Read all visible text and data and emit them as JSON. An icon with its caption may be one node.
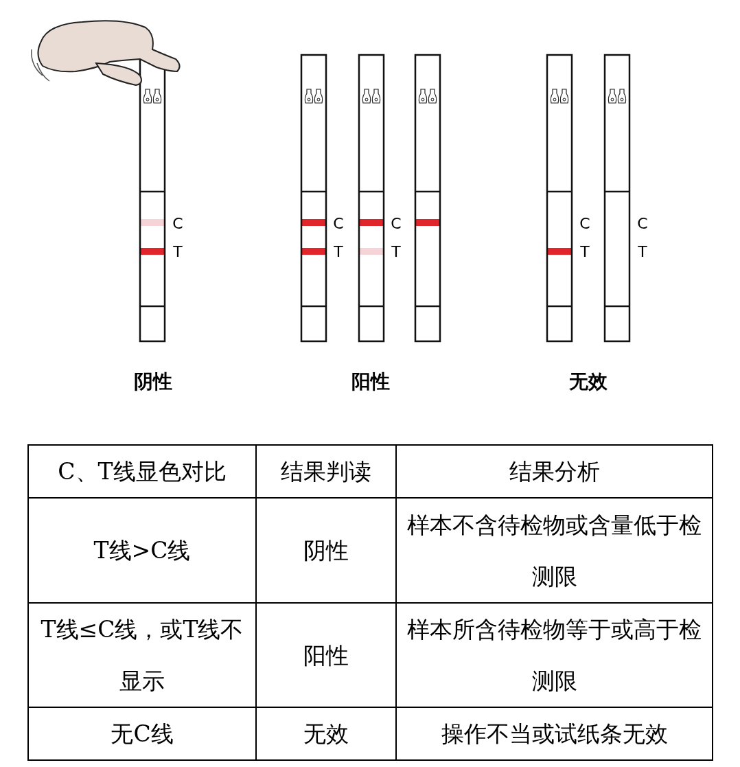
{
  "diagram": {
    "labels": [
      "C",
      "C",
      "C",
      "C",
      "C",
      "T",
      "T",
      "T",
      "T",
      "T",
      "阴性",
      "阳性",
      "无效",
      "C、T线显色对比",
      "结果判读",
      "结果分析",
      "T线>C线",
      "阴性",
      "样本不含待检物或含量低于检测限",
      "T线≤C线，或T线不显示",
      "阳性",
      "样本所含待检物等于或高于检测限",
      "无C线",
      "无效",
      "操作不当或试纸条无效"
    ]
  }
}
